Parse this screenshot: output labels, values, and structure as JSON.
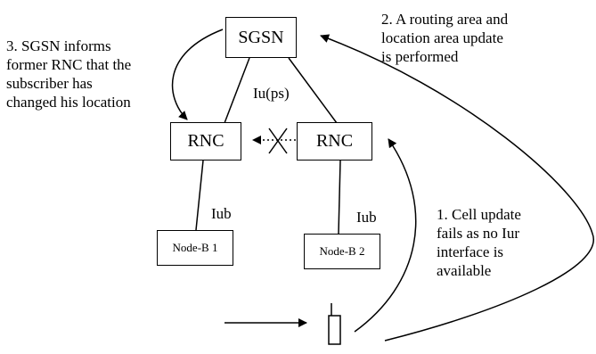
{
  "nodes": {
    "sgsn": "SGSN",
    "rnc_left": "RNC",
    "rnc_right": "RNC",
    "nodeb1": "Node-B 1",
    "nodeb2": "Node-B 2"
  },
  "link_labels": {
    "iu_ps": "Iu(ps)",
    "iub_left": "Iub",
    "iub_right": "Iub"
  },
  "annotations": {
    "step2": "2. A routing area and\nlocation area update\nis performed",
    "step3": "3. SGSN informs\nformer RNC that the\nsubscriber has\nchanged his location",
    "step1": "1. Cell update\nfails as no Iur\ninterface is\navailable"
  },
  "colors": {
    "line": "#000000",
    "background": "#ffffff"
  },
  "icons": {
    "mobile": "mobile-phone-icon",
    "blocked_link": "cross-icon"
  }
}
